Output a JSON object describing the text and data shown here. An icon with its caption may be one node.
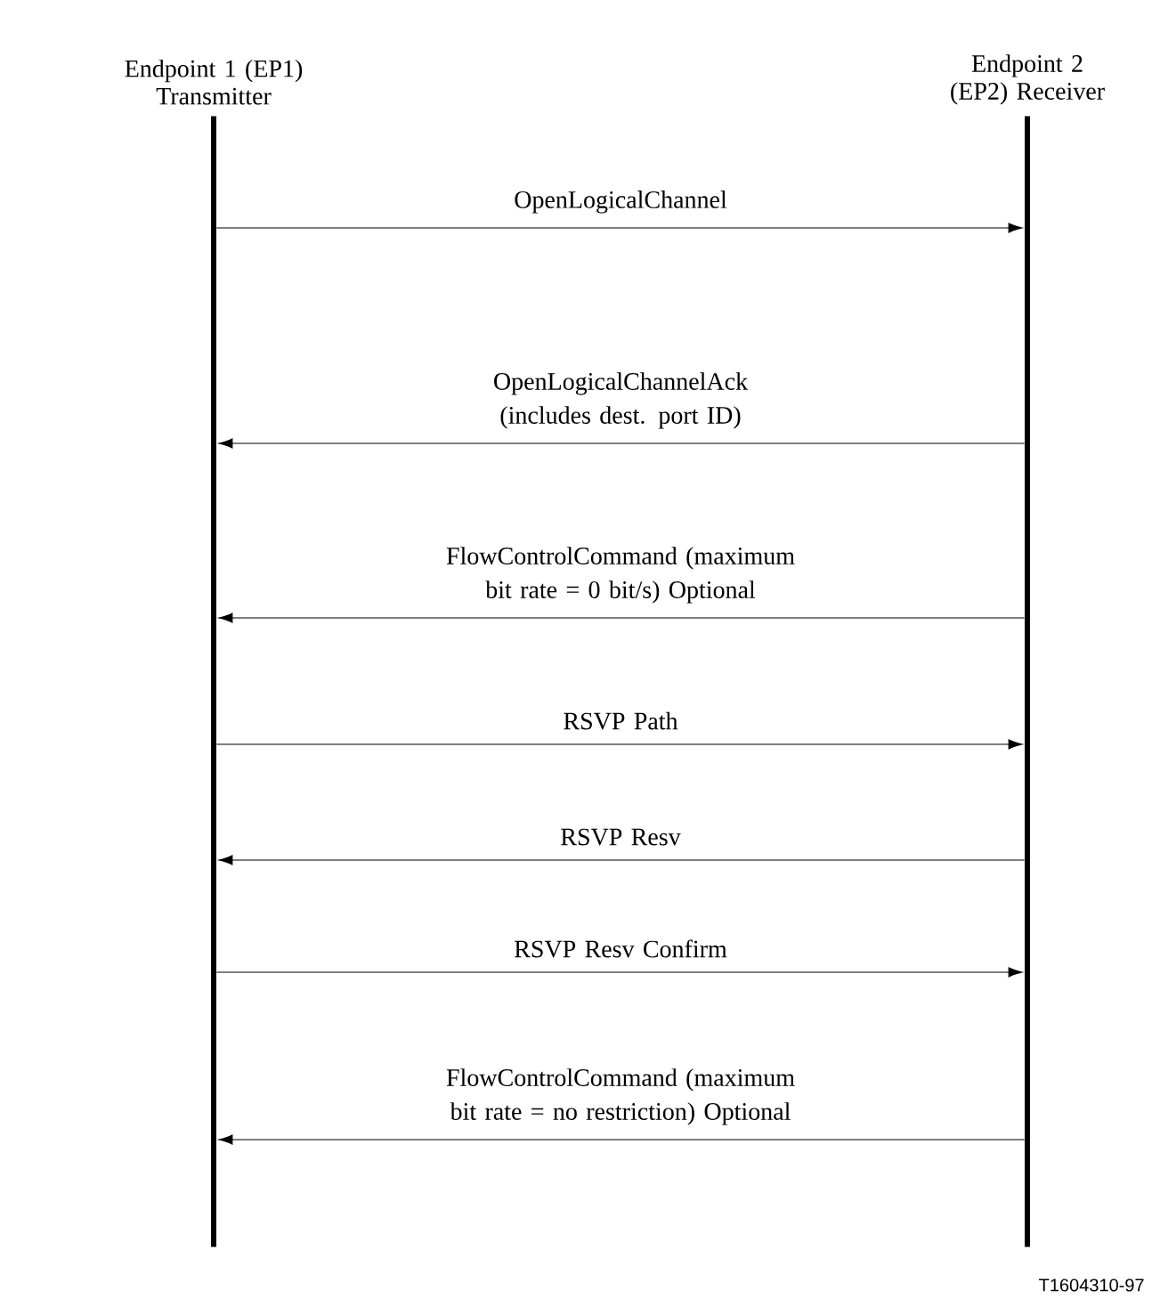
{
  "diagram": {
    "nodes": [
      {
        "text": [
          "Endpoint 1 (EP1) Transmitter"
        ]
      },
      {
        "text": [
          "Endpoint 2 (EP2) Receiver"
        ]
      }
    ],
    "edges": [
      {
        "from": 0,
        "to": 1,
        "arrow": "to",
        "label": "OpenLogicalChannel"
      },
      {
        "from": 1,
        "to": 0,
        "arrow": "to",
        "label": "OpenLogicalChannelAck (includes dest. port ID)"
      },
      {
        "from": 1,
        "to": 0,
        "arrow": "to",
        "label": "FlowControlCommand (maximum bit rate = 0 bit/s) Optional"
      },
      {
        "from": 0,
        "to": 1,
        "arrow": "to",
        "label": "RSVP Path"
      },
      {
        "from": 1,
        "to": 0,
        "arrow": "to",
        "label": "RSVP Resv"
      },
      {
        "from": 0,
        "to": 1,
        "arrow": "to",
        "label": "RSVP Resv Confirm"
      },
      {
        "from": 1,
        "to": 0,
        "arrow": "to",
        "label": "FlowControlCommand (maximum bit rate = no restriction) Optional"
      }
    ],
    "labels": [
      "T1604310-97"
    ]
  }
}
